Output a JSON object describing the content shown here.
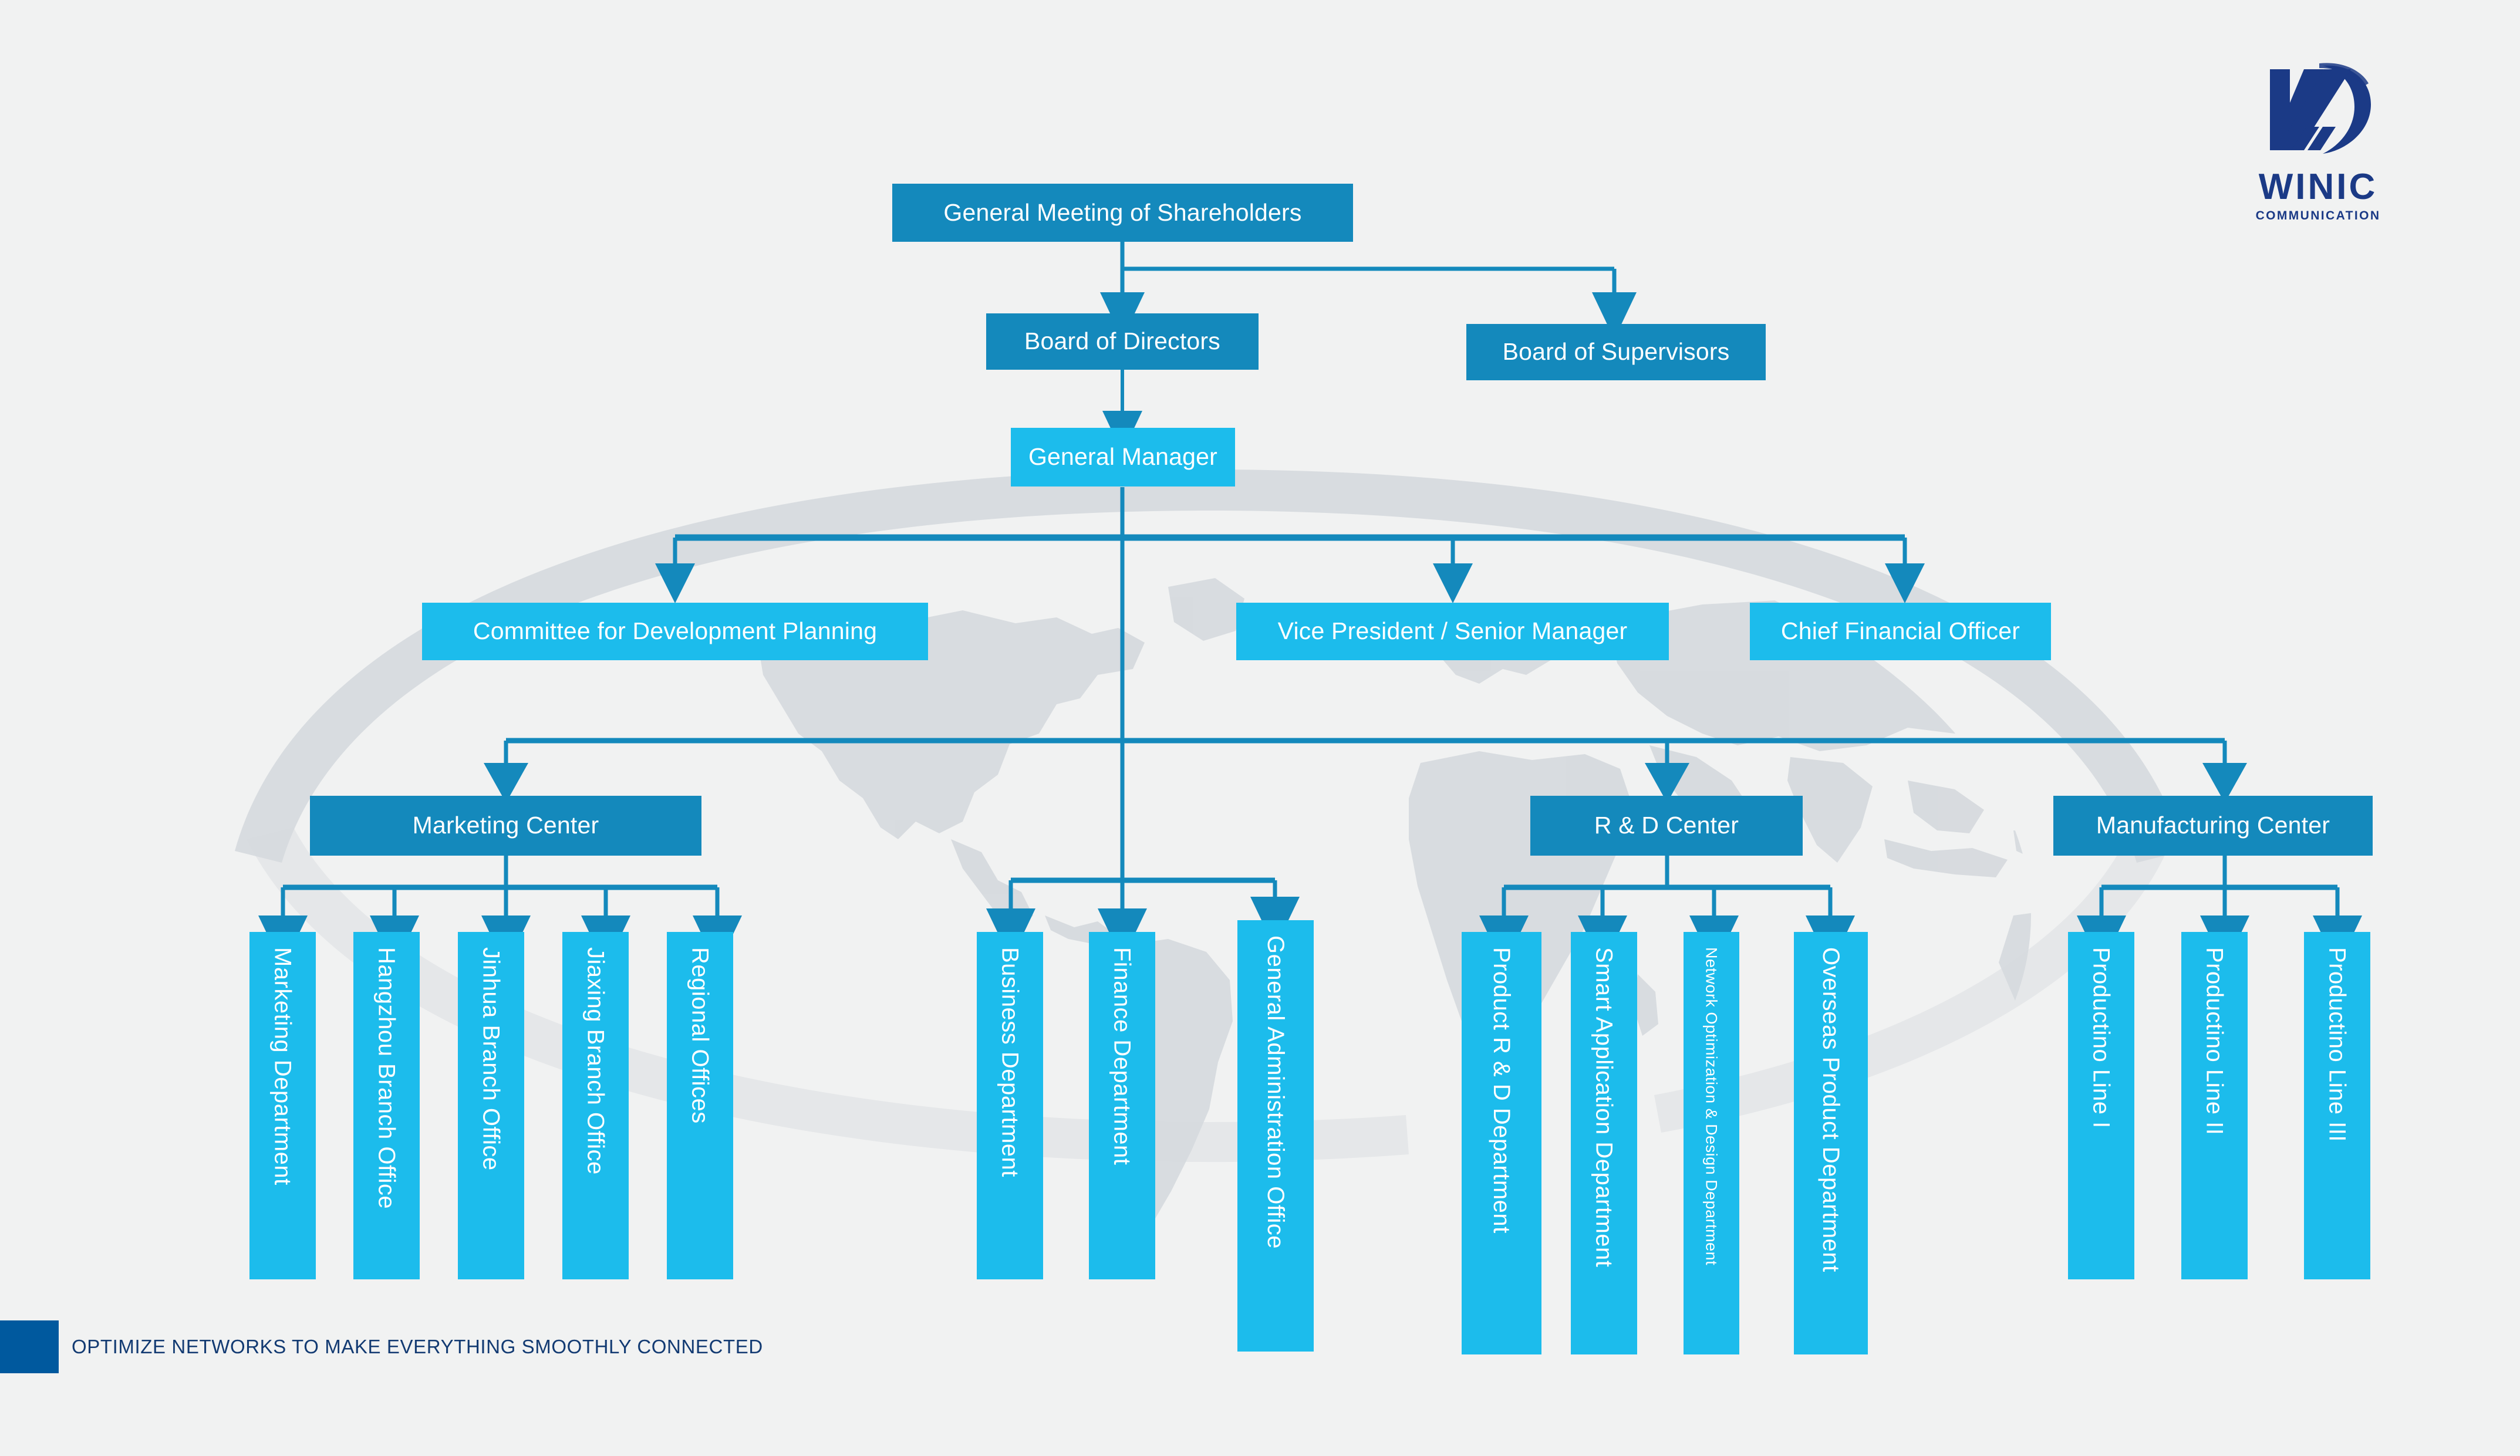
{
  "brand": {
    "logo_name": "WINIC",
    "logo_subtitle": "COMMUNICATION",
    "logo_mark_icon": "winic-w-d-globe-mark",
    "logo_color": "#1b3a86"
  },
  "footer": {
    "tagline": "OPTIMIZE NETWORKS TO MAKE EVERYTHING SMOOTHLY CONNECTED",
    "accent_color": "#00599e",
    "text_color": "#123a72"
  },
  "theme": {
    "background": "#f1f2f2",
    "box_dark": "#1489bc",
    "box_light": "#1cbcec",
    "connector": "#1489bc",
    "map_fill": "#d6dade",
    "text_on_box": "#ffffff"
  },
  "chart_data": {
    "type": "diagram",
    "title": "Organizational Chart",
    "orientation": "top-down",
    "levels": 5,
    "nodes": [
      {
        "id": "shareholders",
        "label": "General Meeting of Shareholders",
        "level": 0,
        "style": "dark",
        "orient": "horizontal"
      },
      {
        "id": "board_directors",
        "label": "Board of Directors",
        "level": 1,
        "style": "dark",
        "orient": "horizontal"
      },
      {
        "id": "board_supervisors",
        "label": "Board of Supervisors",
        "level": 1,
        "style": "dark",
        "orient": "horizontal"
      },
      {
        "id": "general_manager",
        "label": "General Manager",
        "level": 2,
        "style": "light",
        "orient": "horizontal"
      },
      {
        "id": "committee_dev",
        "label": "Committee for Development Planning",
        "level": 3,
        "style": "light",
        "orient": "horizontal"
      },
      {
        "id": "vp_senior",
        "label": "Vice President / Senior Manager",
        "level": 3,
        "style": "light",
        "orient": "horizontal"
      },
      {
        "id": "cfo",
        "label": "Chief Financial Officer",
        "level": 3,
        "style": "light",
        "orient": "horizontal"
      },
      {
        "id": "marketing_center",
        "label": "Marketing Center",
        "level": 4,
        "style": "dark",
        "orient": "horizontal"
      },
      {
        "id": "rd_center",
        "label": "R & D Center",
        "level": 4,
        "style": "dark",
        "orient": "horizontal"
      },
      {
        "id": "manufacturing_center",
        "label": "Manufacturing Center",
        "level": 4,
        "style": "dark",
        "orient": "horizontal"
      },
      {
        "id": "marketing_dept",
        "label": "Marketing Department",
        "level": 5,
        "style": "light",
        "orient": "vertical"
      },
      {
        "id": "hangzhou_branch",
        "label": "Hangzhou Branch Office",
        "level": 5,
        "style": "light",
        "orient": "vertical"
      },
      {
        "id": "jinhua_branch",
        "label": "Jinhua Branch Office",
        "level": 5,
        "style": "light",
        "orient": "vertical"
      },
      {
        "id": "jiaxing_branch",
        "label": "Jiaxing Branch Office",
        "level": 5,
        "style": "light",
        "orient": "vertical"
      },
      {
        "id": "regional_offices",
        "label": "Regional Offices",
        "level": 5,
        "style": "light",
        "orient": "vertical"
      },
      {
        "id": "business_dept",
        "label": "Business Department",
        "level": 5,
        "style": "light",
        "orient": "vertical"
      },
      {
        "id": "finance_dept",
        "label": "Finance Department",
        "level": 5,
        "style": "light",
        "orient": "vertical"
      },
      {
        "id": "gen_admin_office",
        "label": "General Administration Office",
        "level": 5,
        "style": "light",
        "orient": "vertical"
      },
      {
        "id": "product_rd_dept",
        "label": "Product R & D Department",
        "level": 5,
        "style": "light",
        "orient": "vertical"
      },
      {
        "id": "smart_app_dept",
        "label": "Smart Application Department",
        "level": 5,
        "style": "light",
        "orient": "vertical"
      },
      {
        "id": "network_opt_dept",
        "label": "Network Optimization & Design Department",
        "level": 5,
        "style": "light",
        "orient": "vertical",
        "small_text": true
      },
      {
        "id": "overseas_product_dept",
        "label": "Overseas Product Department",
        "level": 5,
        "style": "light",
        "orient": "vertical"
      },
      {
        "id": "line_1",
        "label": "Productino Line I",
        "level": 5,
        "style": "light",
        "orient": "vertical"
      },
      {
        "id": "line_2",
        "label": "Productino Line II",
        "level": 5,
        "style": "light",
        "orient": "vertical"
      },
      {
        "id": "line_3",
        "label": "Productino Line III",
        "level": 5,
        "style": "light",
        "orient": "vertical"
      }
    ],
    "edges": [
      [
        "shareholders",
        "board_directors"
      ],
      [
        "shareholders",
        "board_supervisors"
      ],
      [
        "board_directors",
        "general_manager"
      ],
      [
        "general_manager",
        "committee_dev"
      ],
      [
        "general_manager",
        "vp_senior"
      ],
      [
        "general_manager",
        "cfo"
      ],
      [
        "general_manager",
        "marketing_center"
      ],
      [
        "general_manager",
        "rd_center"
      ],
      [
        "general_manager",
        "manufacturing_center"
      ],
      [
        "general_manager",
        "business_dept"
      ],
      [
        "general_manager",
        "finance_dept"
      ],
      [
        "general_manager",
        "gen_admin_office"
      ],
      [
        "marketing_center",
        "marketing_dept"
      ],
      [
        "marketing_center",
        "hangzhou_branch"
      ],
      [
        "marketing_center",
        "jinhua_branch"
      ],
      [
        "marketing_center",
        "jiaxing_branch"
      ],
      [
        "marketing_center",
        "regional_offices"
      ],
      [
        "rd_center",
        "product_rd_dept"
      ],
      [
        "rd_center",
        "smart_app_dept"
      ],
      [
        "rd_center",
        "network_opt_dept"
      ],
      [
        "rd_center",
        "overseas_product_dept"
      ],
      [
        "manufacturing_center",
        "line_1"
      ],
      [
        "manufacturing_center",
        "line_2"
      ],
      [
        "manufacturing_center",
        "line_3"
      ]
    ]
  }
}
